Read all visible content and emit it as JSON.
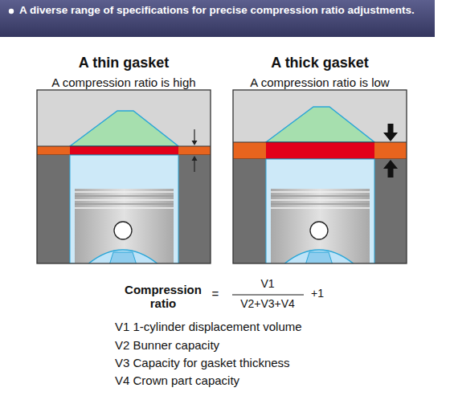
{
  "diagram": {
    "title": "A diverse range of specifications for precise compression ratio adjustments.",
    "labels": [
      "A thin gasket",
      "A compression ratio is high",
      "A thick gasket",
      "A compression ratio is low",
      "Compression ratio",
      "=",
      "V1",
      "V2+V3+V4",
      "+1",
      "V1 1-cylinder displacement volume",
      "V2 Bunner capacity",
      "V3 Capacity for gasket thickness",
      "V4 Crown part capacity"
    ]
  }
}
